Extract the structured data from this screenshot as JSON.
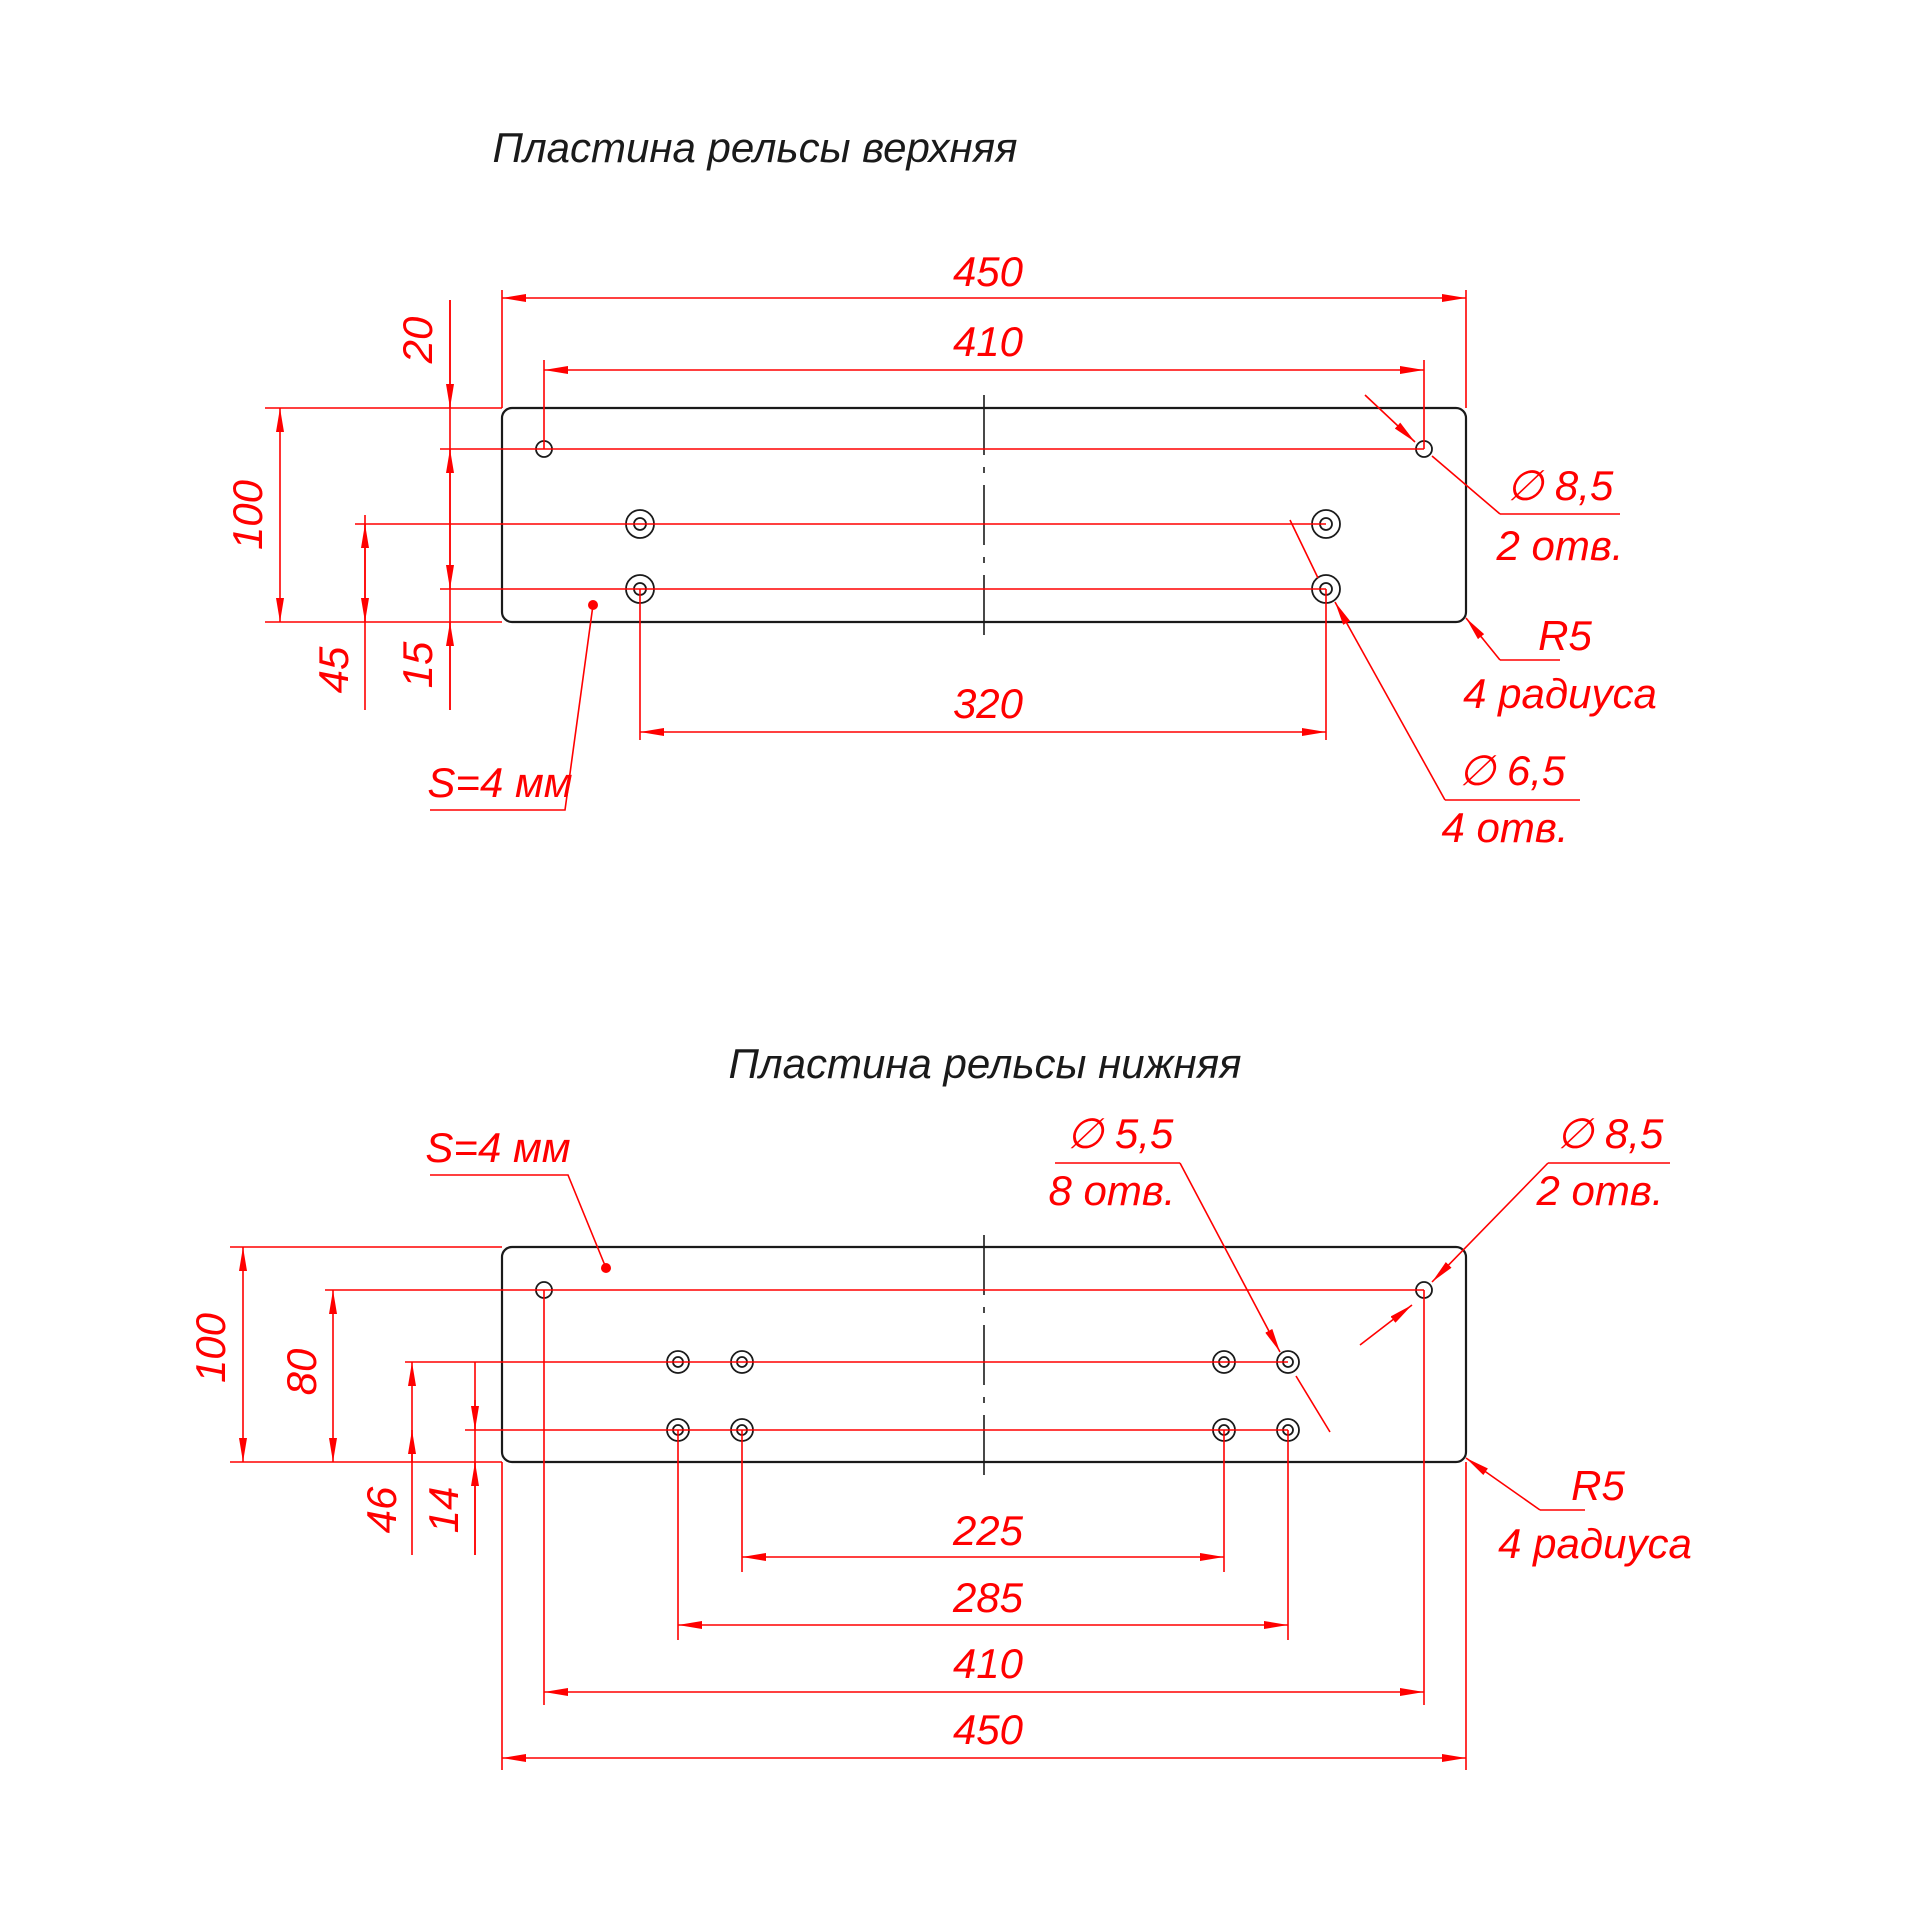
{
  "colors": {
    "dimension": "#ff0000",
    "outline": "#1a1a1a"
  },
  "top_plate": {
    "title": "Пластина рельсы верхняя",
    "dims": {
      "width_overall": "450",
      "width_holes": "410",
      "height": "100",
      "top_offset": "20",
      "hole_offset_bottom": "15",
      "hole_pair_height": "45",
      "hole_spacing": "320"
    },
    "callouts": {
      "big_hole_dia": "∅ 8,5",
      "big_hole_count": "2 отв.",
      "radius": "R5",
      "radius_count": "4 радиуса",
      "small_hole_dia": "∅ 6,5",
      "small_hole_count": "4 отв.",
      "thickness": "S=4 мм"
    }
  },
  "bottom_plate": {
    "title": "Пластина рельсы нижняя",
    "dims": {
      "height": "100",
      "hole_height": "80",
      "hole_pair_height": "46",
      "hole_offset_bottom": "14",
      "spacing_inner": "225",
      "spacing_outer": "285",
      "width_holes": "410",
      "width_overall": "450"
    },
    "callouts": {
      "thickness": "S=4 мм",
      "small_hole_dia": "∅ 5,5",
      "small_hole_count": "8 отв.",
      "big_hole_dia": "∅ 8,5",
      "big_hole_count": "2 отв.",
      "radius": "R5",
      "radius_count": "4 радиуса"
    }
  }
}
